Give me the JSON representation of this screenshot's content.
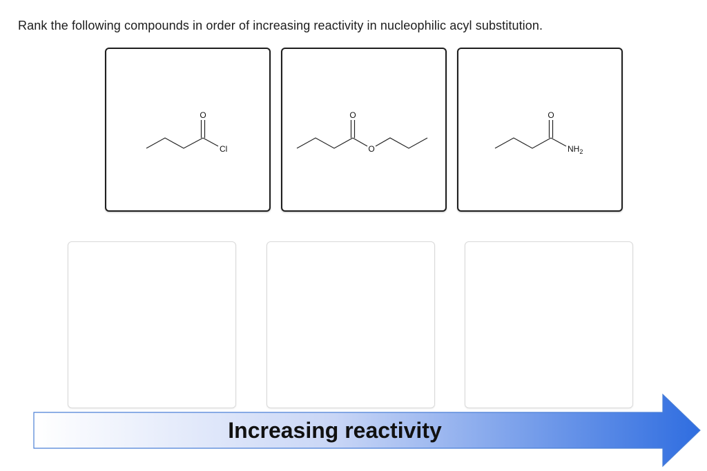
{
  "question": {
    "prompt": "Rank the following compounds in order of increasing reactivity in nucleophilic acyl substitution."
  },
  "compounds": [
    {
      "carbonyl_oxygen": "O",
      "substituent": "Cl"
    },
    {
      "carbonyl_oxygen": "O",
      "ester_oxygen": "O"
    },
    {
      "carbonyl_oxygen": "O",
      "substituent": "NH",
      "subscript": "2"
    }
  ],
  "ranking_axis": {
    "label": "Increasing reactivity",
    "colors": {
      "start": "#ffffff",
      "end": "#2f6de0",
      "border": "#4a7fd6"
    }
  }
}
